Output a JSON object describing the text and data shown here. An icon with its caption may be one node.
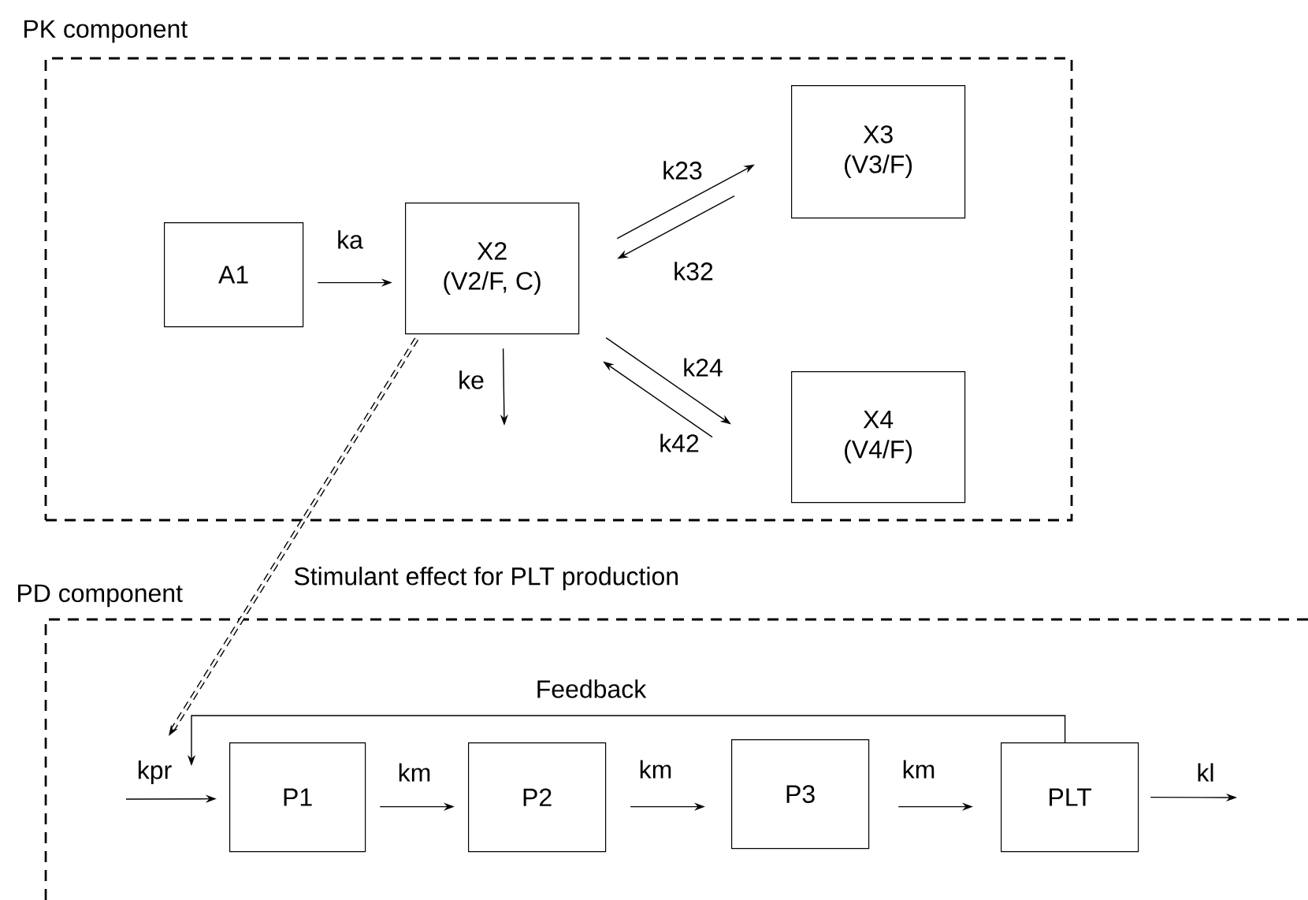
{
  "diagram": {
    "nodes": [
      {
        "text": [
          "PK component"
        ]
      },
      {
        "text": [
          "A1"
        ],
        "in": 0
      },
      {
        "text": [
          "X2",
          "(V2/F, C)"
        ],
        "in": 0
      },
      {
        "text": [
          "X3",
          "(V3/F)"
        ],
        "in": 0
      },
      {
        "text": [
          "X4",
          "(V4/F)"
        ],
        "in": 0
      },
      {
        "text": [
          "PD component"
        ]
      },
      {
        "text": [
          "P1"
        ],
        "in": 5
      },
      {
        "text": [
          "P2"
        ],
        "in": 5
      },
      {
        "text": [
          "P3"
        ],
        "in": 5
      },
      {
        "text": [
          "PLT"
        ],
        "in": 5
      }
    ],
    "edges": [
      {
        "from": 1,
        "to": 2,
        "arrow": "to",
        "label": "ka"
      },
      {
        "from": 2,
        "to": 3,
        "arrow": "to",
        "label": "k23"
      },
      {
        "from": 3,
        "to": 2,
        "arrow": "to",
        "label": "k32"
      },
      {
        "from": 2,
        "to": 4,
        "arrow": "to",
        "label": "k24"
      },
      {
        "from": 4,
        "to": 2,
        "arrow": "to",
        "label": "k42"
      },
      {
        "from": 2,
        "to": null,
        "arrow": "to",
        "label": "ke"
      },
      {
        "from": 2,
        "to": null,
        "arrow": "to",
        "label": "Stimulant effect for PLT production",
        "style": "dashed"
      },
      {
        "from": null,
        "to": 6,
        "arrow": "to",
        "label": "kpr"
      },
      {
        "from": 6,
        "to": 7,
        "arrow": "to",
        "label": "km"
      },
      {
        "from": 7,
        "to": 8,
        "arrow": "to",
        "label": "km"
      },
      {
        "from": 8,
        "to": 9,
        "arrow": "to",
        "label": "km"
      },
      {
        "from": 9,
        "to": null,
        "arrow": "to",
        "label": "kl"
      },
      {
        "from": 9,
        "to": 6,
        "arrow": "to",
        "label": "Feedback"
      }
    ]
  }
}
